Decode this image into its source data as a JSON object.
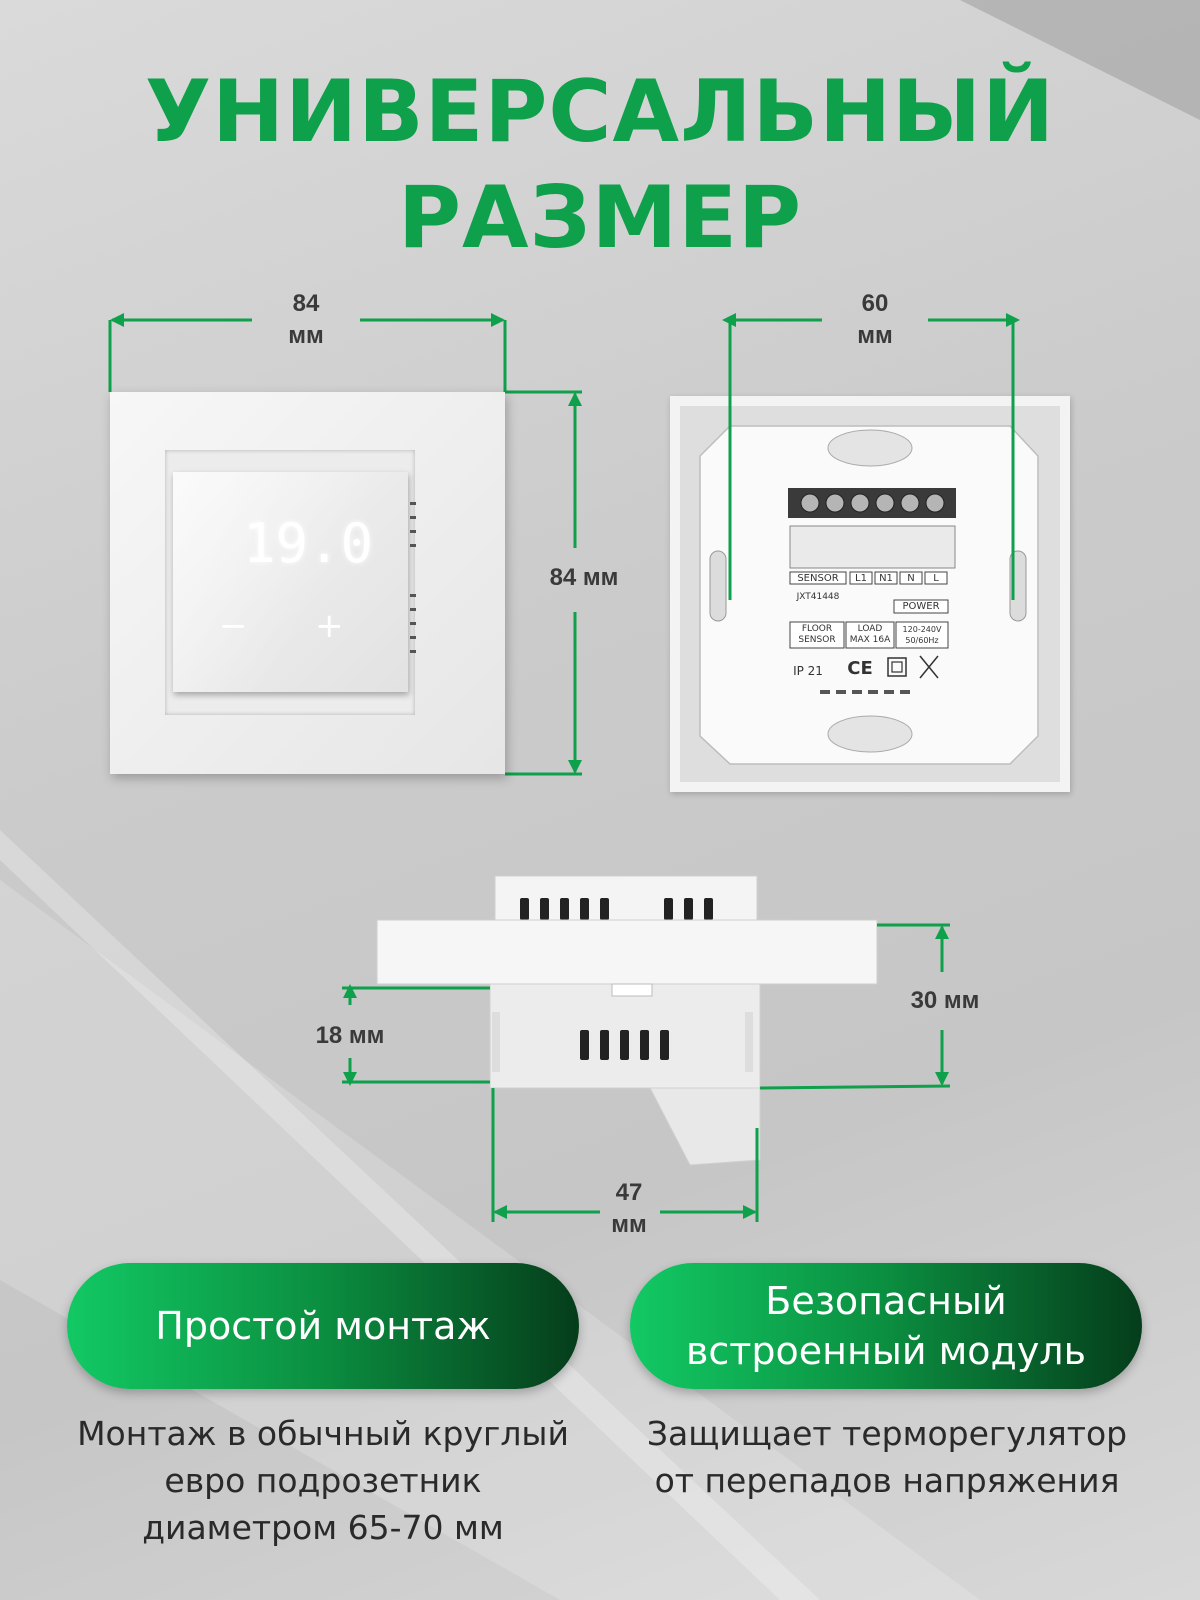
{
  "title": {
    "line1": "УНИВЕРСАЛЬНЫЙ",
    "line2": "РАЗМЕР"
  },
  "front": {
    "width_value": "84",
    "width_unit": "мм",
    "height_label": "84 мм",
    "display": "19.0",
    "minus": "−",
    "plus": "+"
  },
  "back": {
    "width_value": "60",
    "width_unit": "мм",
    "labels": {
      "sensor": "SENSOR",
      "l1": "L1",
      "n1": "N1",
      "n": "N",
      "l": "L",
      "power": "POWER",
      "code": "JXT41448",
      "floor_sensor": "FLOOR SENSOR",
      "load": "LOAD MAX 16A",
      "voltage": "120-240V 50/60Hz",
      "ip": "IP 21",
      "ce": "CE"
    }
  },
  "side": {
    "depth_label": "30 мм",
    "inset_label": "18 мм",
    "base_value": "47",
    "base_unit": "мм"
  },
  "features": [
    {
      "pill": "Простой монтаж",
      "desc": [
        "Монтаж в обычный круглый",
        "евро подрозетник",
        "диаметром 65-70 мм"
      ]
    },
    {
      "pill": [
        "Безопасный",
        "встроенный модуль"
      ],
      "desc": [
        "Защищает терморегулятор",
        "от перепадов напряжения"
      ]
    }
  ],
  "colors": {
    "accent": "#0ea04a",
    "pill_start": "#12c964",
    "pill_end": "#053d1b"
  }
}
